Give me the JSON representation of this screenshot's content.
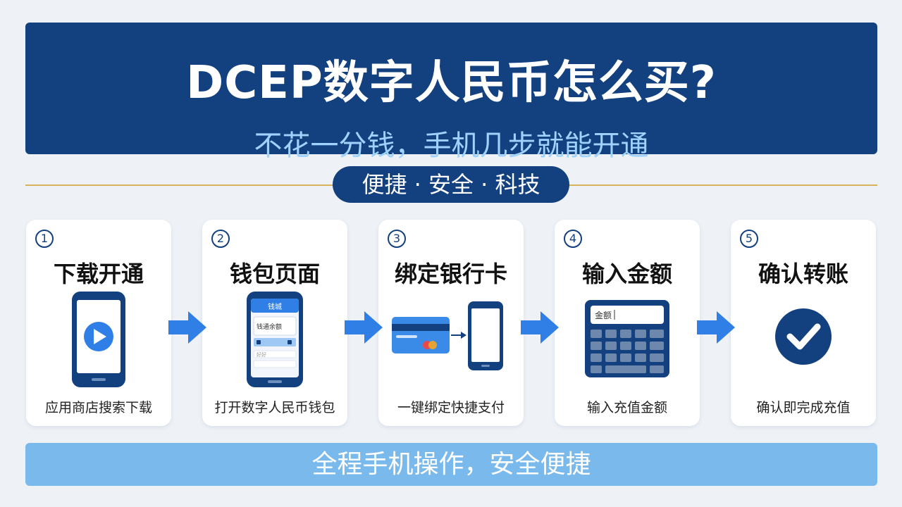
{
  "header": {
    "title": "DCEP数字人民币怎么买?",
    "subtitle": "不花一分钱，手机几步就能开通"
  },
  "tagline": "便捷 · 安全 · 科技",
  "steps": [
    {
      "num": "1",
      "title": "下载开通",
      "desc": "应用商店搜索下载",
      "icon": "phone-play-icon"
    },
    {
      "num": "2",
      "title": "钱包页面",
      "desc": "打开数字人民币钱包",
      "icon": "wallet-phone-icon",
      "screen": {
        "header": "钱城",
        "balance_label": "钱通余额",
        "row_label": "好好"
      }
    },
    {
      "num": "3",
      "title": "绑定银行卡",
      "desc": "一键绑定快捷支付",
      "icon": "bank-card-to-phone-icon"
    },
    {
      "num": "4",
      "title": "输入金额",
      "desc": "输入充值金额",
      "icon": "keypad-icon",
      "screen": {
        "input_label": "金额"
      }
    },
    {
      "num": "5",
      "title": "确认转账",
      "desc": "确认即完成充值",
      "icon": "check-circle-icon"
    }
  ],
  "footer": "全程手机操作，安全便捷",
  "colors": {
    "primary": "#13407f",
    "accent": "#2f7fe6",
    "subtitle": "#9fd2ff",
    "gold": "#d8b15b",
    "footer": "#79b9ec"
  }
}
